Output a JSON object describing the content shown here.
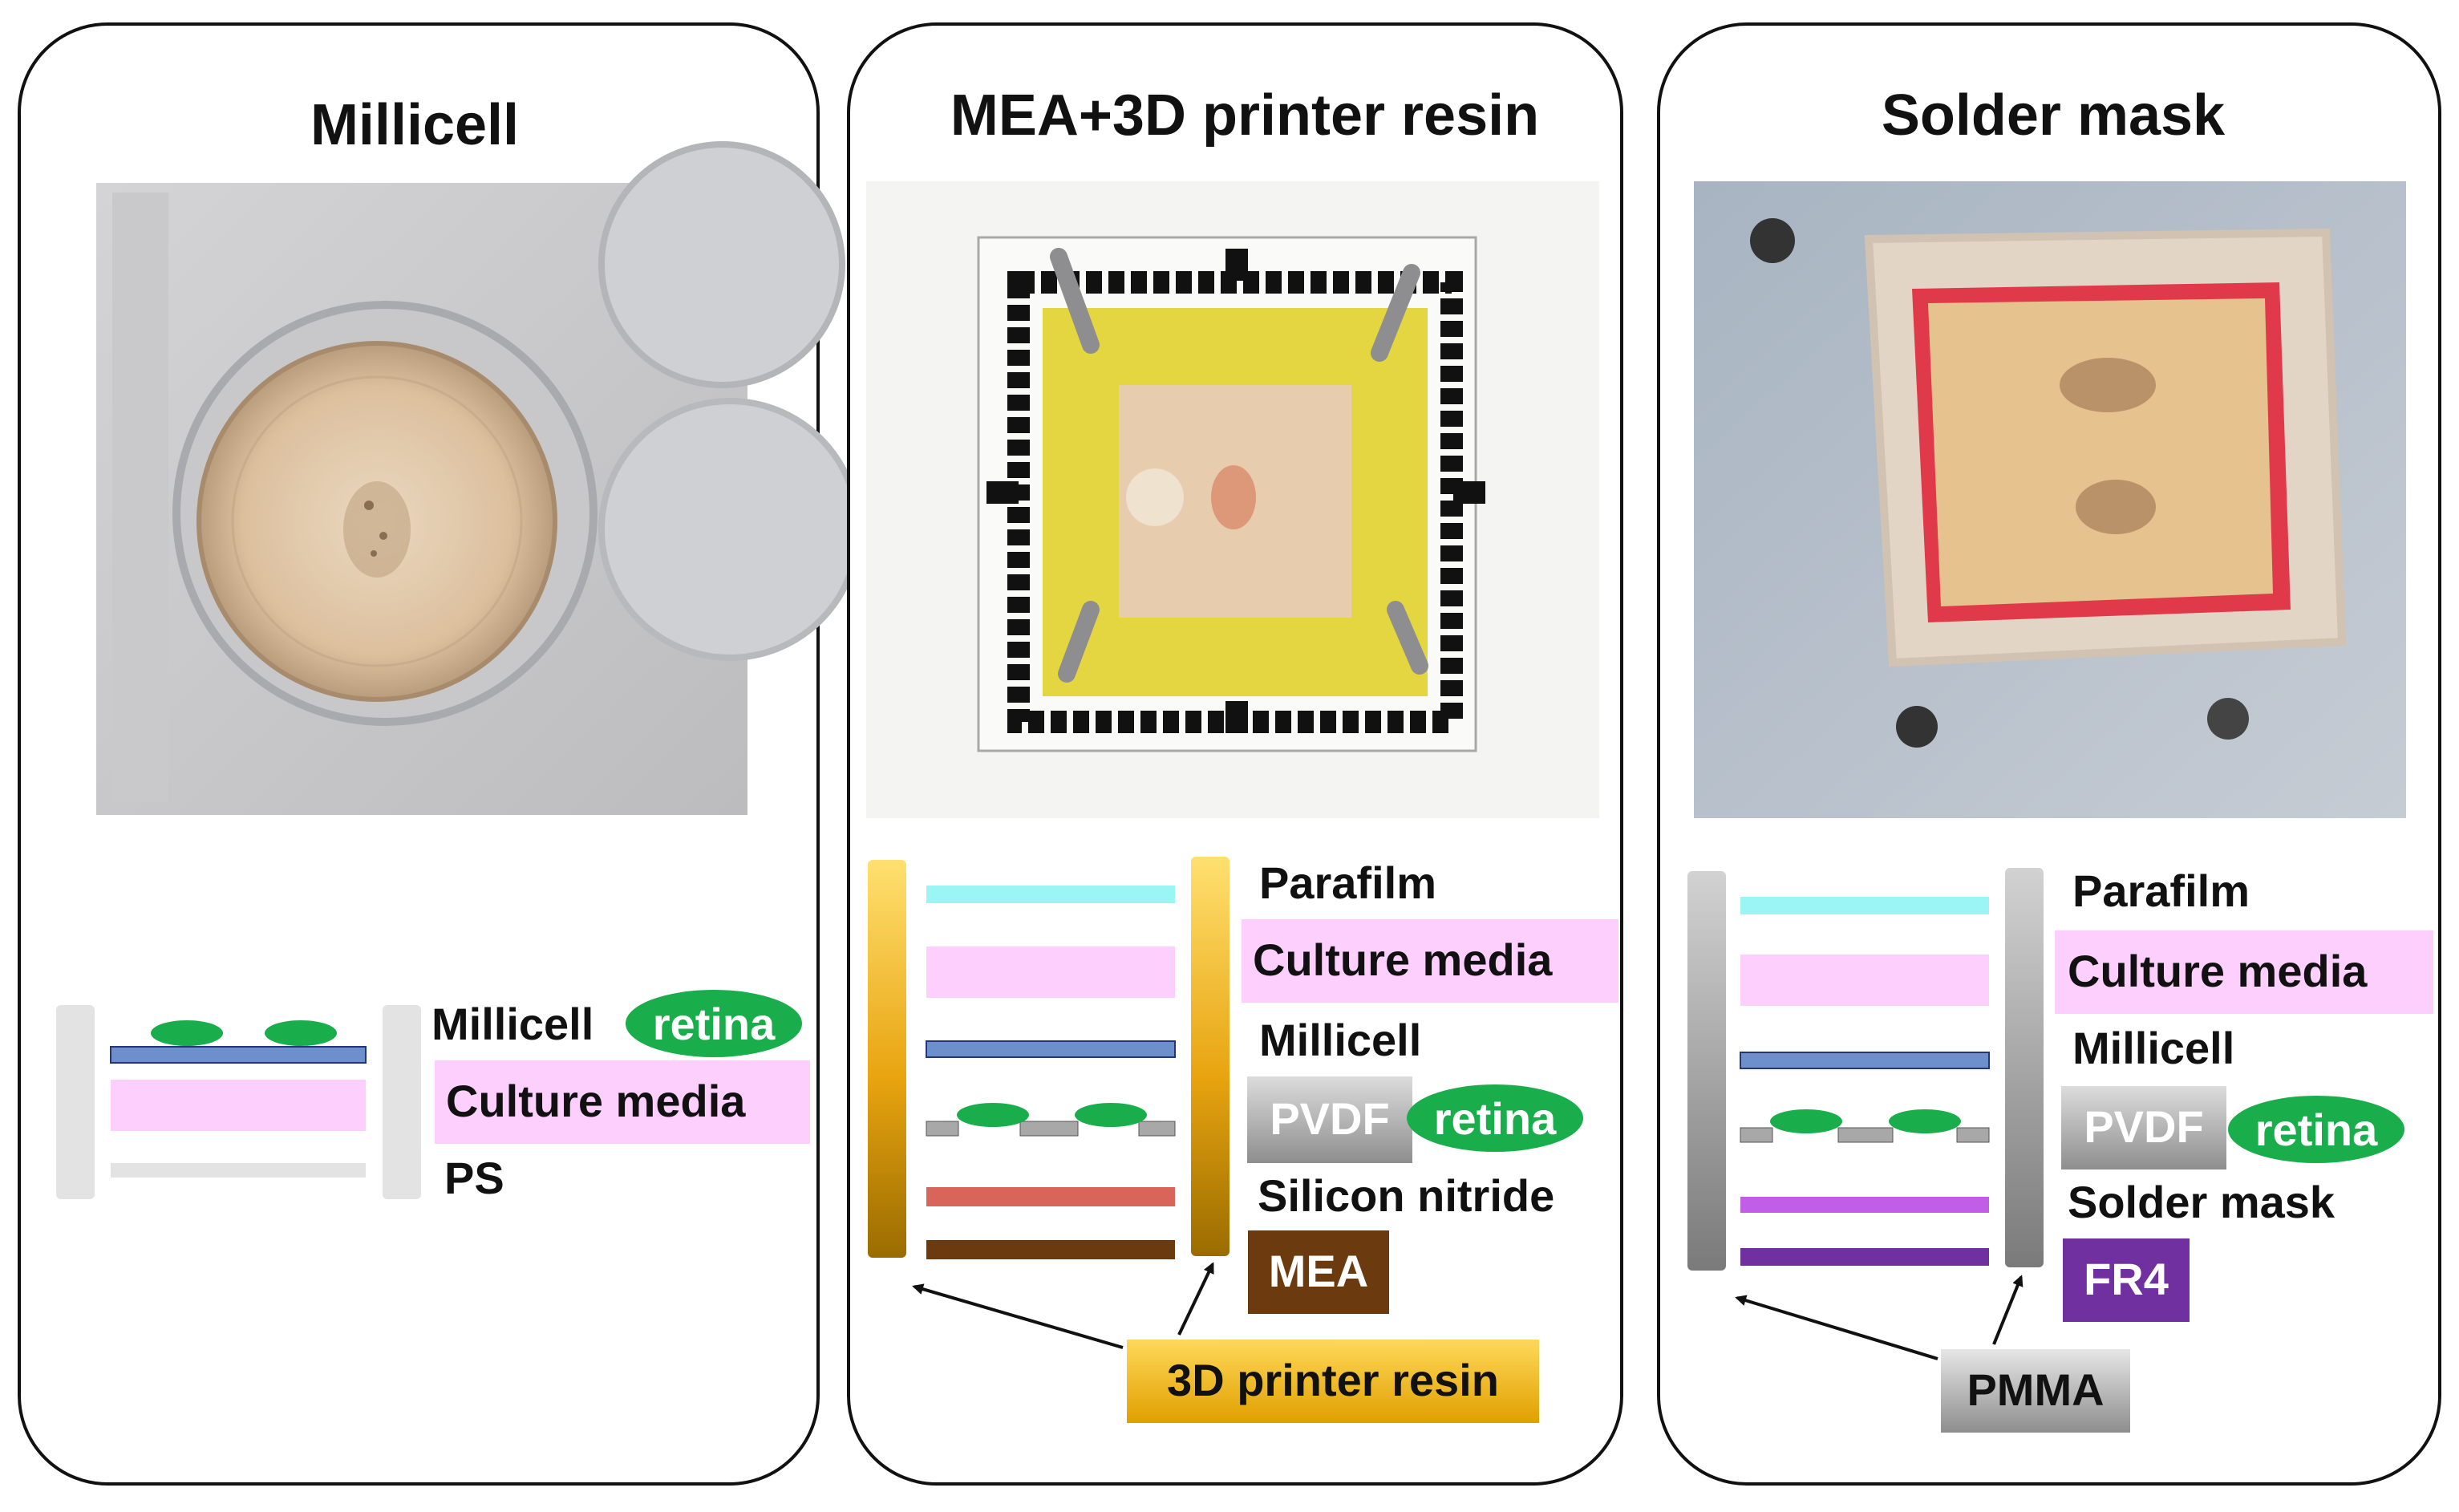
{
  "panels": [
    {
      "title": "Millicell",
      "labels": {
        "millicell": "Millicell",
        "retina": "retina",
        "culture_media": "Culture media",
        "ps": "PS"
      }
    },
    {
      "title": "MEA+3D printer resin",
      "labels": {
        "parafilm": "Parafilm",
        "culture_media": "Culture media",
        "millicell": "Millicell",
        "pvdf": "PVDF",
        "retina": "retina",
        "silicon_nitride": "Silicon nitride",
        "mea": "MEA",
        "resin": "3D printer resin"
      }
    },
    {
      "title": "Solder mask",
      "labels": {
        "parafilm": "Parafilm",
        "culture_media": "Culture media",
        "millicell": "Millicell",
        "pvdf": "PVDF",
        "retina": "retina",
        "solder_mask": "Solder mask",
        "fr4": "FR4",
        "pmma": "PMMA"
      }
    }
  ],
  "colors": {
    "retina": "#1aad4c",
    "culture_media": "#fccffc",
    "parafilm": "#9cf5f5",
    "millicell_layer": "#6d8fcc",
    "pvdf": "#a8a8a8",
    "silicon_nitride": "#d96459",
    "mea": "#6b3a0e",
    "resin": "#f2b81c",
    "solder_mask": "#c15ee8",
    "fr4": "#7030a0",
    "pmma": "#8c8c8c",
    "ps": "#e3e3e3"
  }
}
